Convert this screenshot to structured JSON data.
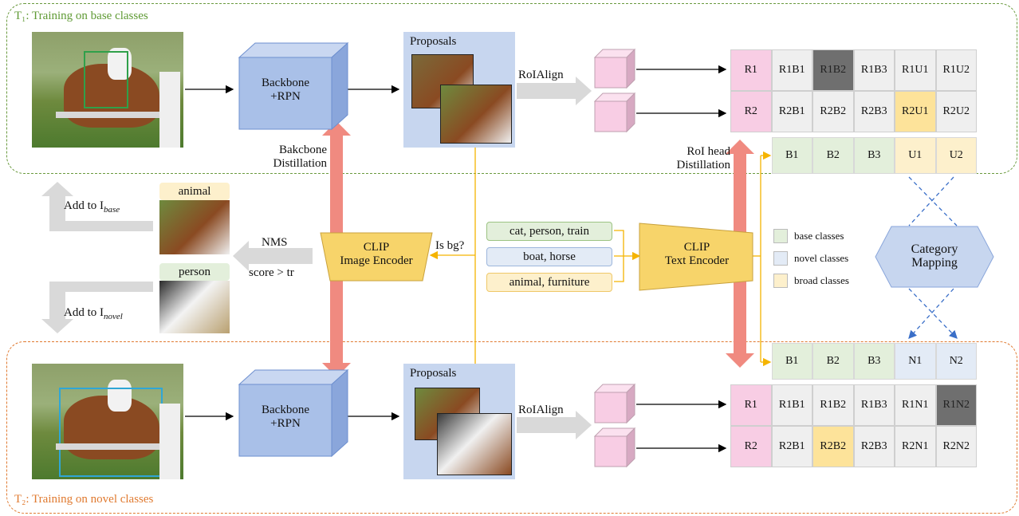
{
  "panels": {
    "top_title": "T₁: Training on base classes",
    "bottom_title": "T₂: Training on novel classes"
  },
  "blocks": {
    "backbone": "Backbone\n+RPN",
    "proposals": "Proposals",
    "roialign": "RoIAlign",
    "clip_image": "CLIP\nImage Encoder",
    "clip_text": "CLIP\nText Encoder",
    "category_mapping": "Category\nMapping"
  },
  "labels": {
    "backbone_distill": "Bakcbone\nDistillation",
    "roi_distill": "RoI head\nDistillation",
    "is_bg": "Is bg?",
    "nms": "NMS",
    "score": "score > tr",
    "add_base": "Add to I",
    "add_base_sub": "base",
    "add_novel": "Add to I",
    "add_novel_sub": "novel",
    "animal_tag": "animal",
    "person_tag": "person"
  },
  "text_prompts": [
    {
      "text": "cat, person, train",
      "color": "#e3efdb",
      "border": "#9cc383"
    },
    {
      "text": "boat, horse",
      "color": "#e3ebf6",
      "border": "#9db6dc"
    },
    {
      "text": "animal, furniture",
      "color": "#fdf0cc",
      "border": "#efc868"
    }
  ],
  "legend": [
    {
      "label": "base classes",
      "color": "#e3efdb"
    },
    {
      "label": "novel classes",
      "color": "#e3ebf6"
    },
    {
      "label": "broad classes",
      "color": "#fdf0cc"
    }
  ],
  "top_grid": {
    "rows": [
      [
        "R1",
        "R1B1",
        "R1B2",
        "R1B3",
        "R1U1",
        "R1U2"
      ],
      [
        "R2",
        "R2B1",
        "R2B2",
        "R2B3",
        "R2U1",
        "R2U2"
      ]
    ],
    "header": [
      "B1",
      "B2",
      "B3",
      "U1",
      "U2"
    ]
  },
  "bottom_grid": {
    "header": [
      "B1",
      "B2",
      "B3",
      "N1",
      "N2"
    ],
    "rows": [
      [
        "R1",
        "R1B1",
        "R1B2",
        "R1B3",
        "R1N1",
        "R1N2"
      ],
      [
        "R2",
        "R2B1",
        "R2B2",
        "R2B3",
        "R2N1",
        "R2N2"
      ]
    ]
  },
  "colors": {
    "region_pink": "#f8cde4",
    "cell_gray": "#efefef",
    "cell_dark": "#6f6f6f",
    "cell_yellow": "#fde39a",
    "base_green": "#e3efdb",
    "novel_blue": "#e3ebf6",
    "broad_yellow": "#fdf0cc",
    "backbone_blue": "#a9c0e8",
    "clip_yellow": "#f7d46a",
    "distill_red": "#f08a80",
    "flow_orange": "#f5b400"
  }
}
